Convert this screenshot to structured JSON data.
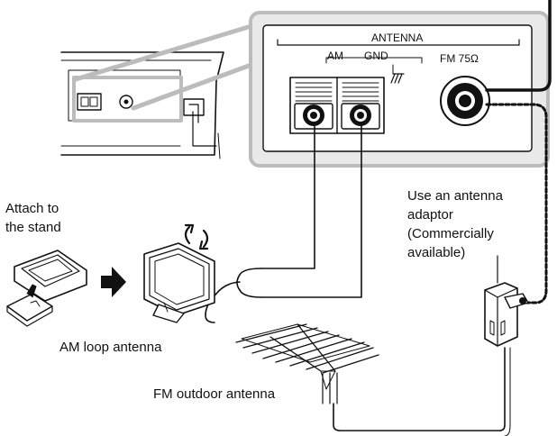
{
  "panel": {
    "header": "ANTENNA",
    "am_label": "AM",
    "gnd_label": "GND",
    "fm_label": "FM 75Ω"
  },
  "labels": {
    "attach_line1": "Attach to",
    "attach_line2": "the stand",
    "adaptor_line1": "Use an antenna",
    "adaptor_line2": "adaptor",
    "adaptor_line3": "(Commercially",
    "adaptor_line4": "available)",
    "am_loop": "AM loop antenna",
    "fm_outdoor": "FM outdoor antenna"
  },
  "colors": {
    "line": "#111111",
    "panel_fill": "#e9e9e9",
    "inner_fill": "#f6f6f6"
  },
  "icons": [
    "rotate-arrows-icon",
    "right-arrow-icon",
    "ground-symbol-icon"
  ]
}
